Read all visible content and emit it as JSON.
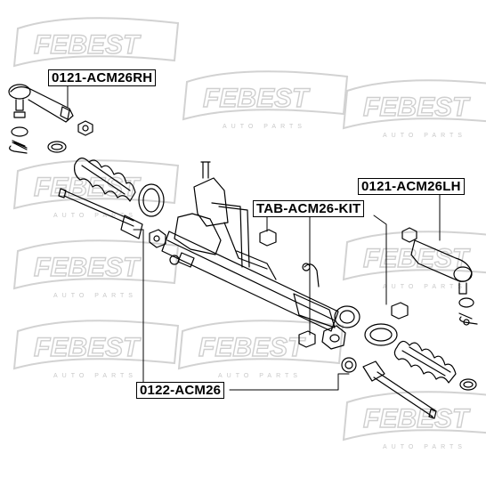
{
  "watermark": {
    "brand": "FEBEST",
    "tagline": "AUTO PARTS"
  },
  "labels": {
    "tie_rod_end_rh": "0121-ACM26RH",
    "tie_rod_end_lh": "0121-ACM26LH",
    "bushing_kit": "TAB-ACM26-KIT",
    "inner_rod": "0122-ACM26"
  },
  "colors": {
    "line": "#000000",
    "watermark": "#d4d4d4",
    "background": "#ffffff"
  }
}
